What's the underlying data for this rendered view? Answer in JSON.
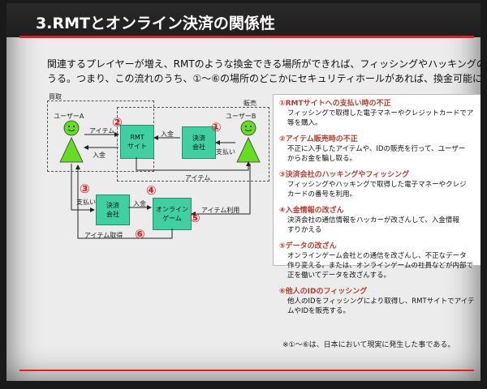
{
  "slide": {
    "title": "3.RMTとオンライン決済の関係性",
    "intro": [
      "関連するプレイヤーが増え、RMTのような換金できる場所ができれば、フィッシングやハッキングの対象になり",
      "うる。つまり、この流れのうち、①〜⑥の場所のどこかにセキュリティホールがあれば、換金可能になる。"
    ]
  },
  "diagram": {
    "zone_buy": "買取",
    "zone_sell": "販売",
    "user_a": "ユーザーA",
    "user_b": "ユーザーB",
    "rmt_site": "RMT\nサイト",
    "payment_co_1": "決済\n会社",
    "payment_co_2": "決済\n会社",
    "online_game": "オンライン\nゲーム",
    "labels": {
      "item_top": "アイテム",
      "deposit_top": "入金",
      "deposit_left": "入金",
      "payment_right": "支払い",
      "item_bottom": "アイテム",
      "payment_left": "支払い",
      "deposit_mid": "入金",
      "item_use": "アイテム利用",
      "item_get": "アイテム取得"
    },
    "numbers": [
      "①",
      "②",
      "③",
      "④",
      "⑤",
      "⑥"
    ]
  },
  "panel": {
    "items": [
      {
        "head": "①RMTサイトへの支払い時の不正",
        "body": [
          "フィッシングで取得した電子マネーやクレジットカードでア",
          "等を購入。"
        ]
      },
      {
        "head": "②アイテム販売時の不正",
        "body": [
          "不正に入手したアイテムや、IDの販売を行って、ユーザー",
          "からお金を騙し取る。"
        ]
      },
      {
        "head": "③決済会社のハッキングやフィッシング",
        "body": [
          "フィッシングやハッキングで取得した電子マネーやクレジ",
          "カードの番号を利用。"
        ]
      },
      {
        "head": "④入金情報の改ざん",
        "body": [
          "決済会社の通信情報をハッカーが改ざんして、入金情報",
          "すりかえる"
        ]
      },
      {
        "head": "⑤データの改ざん",
        "body": [
          "オンラインゲーム会社との通信を改ざんし、不正なデータ",
          "作り変える。または、オンラインゲームの社員などが内部で",
          "正を働いてデータを改ざんする。"
        ]
      },
      {
        "head": "⑥他人のIDのフィッシング",
        "body": [
          "他人のIDをフィッシングにより取得し、RMTサイトでアイテ",
          "ムやIDを販売する。"
        ]
      }
    ],
    "footnote": "※①〜⑥は、日本において現実に発生した事である。"
  },
  "colors": {
    "accent": "#d22222",
    "box": "#3fcfa0",
    "person": "#66dd22",
    "number": "#e02020"
  }
}
